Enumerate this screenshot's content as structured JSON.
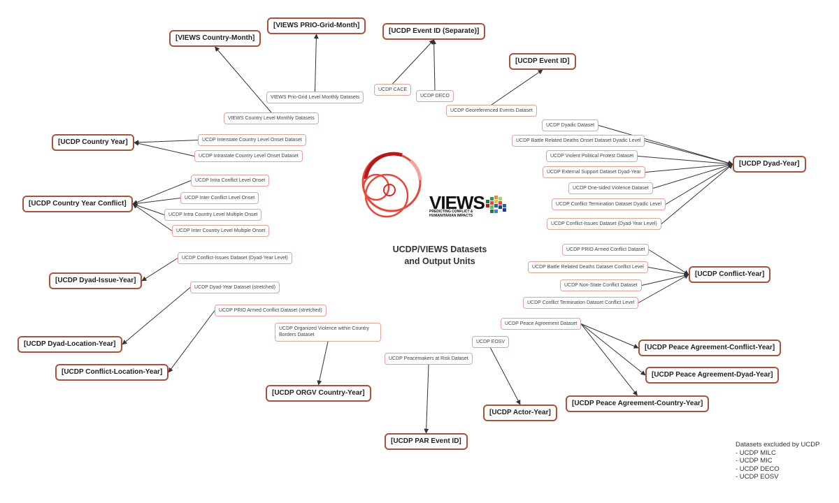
{
  "diagram": {
    "title_line1": "UCDP/VIEWS Datasets",
    "title_line2": "and Output Units",
    "logo": {
      "wordmark": "VIEWS",
      "tagline_line1": "PREDICTING CONFLICT &",
      "tagline_line2": "HUMANITARIAN IMPACTS",
      "ring_color": "#e8473b",
      "dark_color": "#b51a1a"
    },
    "colors": {
      "dataset_border": "#e0a49a",
      "output_border": "#a9543a",
      "edge": "#333333"
    },
    "outputs": [
      {
        "id": "views-country-month",
        "label": "[VIEWS Country-Month]"
      },
      {
        "id": "views-prio-grid-month",
        "label": "[VIEWS PRIO-Grid-Month]"
      },
      {
        "id": "ucdp-event-id-separate",
        "label": "[UCDP Event ID (Separate)]"
      },
      {
        "id": "ucdp-event-id",
        "label": "[UCDP Event ID]"
      },
      {
        "id": "ucdp-country-year",
        "label": "[UCDP Country Year]"
      },
      {
        "id": "ucdp-dyad-year",
        "label": "[UCDP Dyad-Year]"
      },
      {
        "id": "ucdp-country-year-conflict",
        "label": "[UCDP Country Year Conflict]"
      },
      {
        "id": "ucdp-conflict-year",
        "label": "[UCDP Conflict-Year]"
      },
      {
        "id": "ucdp-dyad-issue-year",
        "label": "[UCDP Dyad-Issue-Year]"
      },
      {
        "id": "ucdp-dyad-location-year",
        "label": "[UCDP Dyad-Location-Year]"
      },
      {
        "id": "ucdp-conflict-location-year",
        "label": "[UCDP Conflict-Location-Year]"
      },
      {
        "id": "ucdp-orgv-country-year",
        "label": "[UCDP ORGV Country-Year]"
      },
      {
        "id": "ucdp-par-event-id",
        "label": "[UCDP PAR Event ID]"
      },
      {
        "id": "ucdp-actor-year",
        "label": "[UCDP Actor-Year]"
      },
      {
        "id": "ucdp-peace-agreement-conflict-year",
        "label": "[UCDP Peace Agreement-Conflict-Year]"
      },
      {
        "id": "ucdp-peace-agreement-dyad-year",
        "label": "[UCDP Peace Agreement-Dyad-Year]"
      },
      {
        "id": "ucdp-peace-agreement-country-year",
        "label": "[UCDP Peace Agreement-Country-Year]"
      }
    ],
    "datasets": [
      {
        "id": "views-prio-grid-monthly",
        "label": "VIEWS Prio-Grid Level Monthly Datasets"
      },
      {
        "id": "views-country-monthly",
        "label": "VIEWS Country Level Monthly Datasets"
      },
      {
        "id": "ucdp-cace",
        "label": "UCDP CACE"
      },
      {
        "id": "ucdp-deco",
        "label": "UCDP DECO"
      },
      {
        "id": "ucdp-ged",
        "label": "UCDP Georeferenced Events Dataset"
      },
      {
        "id": "ucdp-interstate-onset",
        "label": "UCDP Interstate Country Level Onset Dataset"
      },
      {
        "id": "ucdp-intrastate-onset",
        "label": "UCDP Intrastate Country Level Onset Dataset"
      },
      {
        "id": "ucdp-dyadic",
        "label": "UCDP Dyadic Dataset"
      },
      {
        "id": "ucdp-brd-dyadic",
        "label": "UCDP Battle Related Deaths Onset Dataset Dyadic Level"
      },
      {
        "id": "ucdp-violent-protest",
        "label": "UCDP Violent Political Protest Dataset"
      },
      {
        "id": "ucdp-external-support",
        "label": "UCDP External Support Dataset Dyad-Year"
      },
      {
        "id": "ucdp-one-sided",
        "label": "UCDP One-sided Violence Dataset"
      },
      {
        "id": "ucdp-termination-dyadic",
        "label": "UCDP Conflict Termination Dataset Dyadic Level"
      },
      {
        "id": "ucdp-conflict-issues-1",
        "label": "UCDP Conflict-Issues Dataset (Dyad-Year Level)"
      },
      {
        "id": "ucdp-intra-conflict-onset",
        "label": "UCDP Intra Conflict Level Onset"
      },
      {
        "id": "ucdp-inter-conflict-onset",
        "label": "UCDP Inter Conflict Level Onset"
      },
      {
        "id": "ucdp-intra-country-multiple",
        "label": "UCDP Intra Country Level Multiple Onset"
      },
      {
        "id": "ucdp-inter-country-multiple",
        "label": "UCDP Inter Country Level Multiple Onset"
      },
      {
        "id": "ucdp-prio-armed",
        "label": "UCDP PRIO Armed Conflict Dataset"
      },
      {
        "id": "ucdp-brd-conflict",
        "label": "UCDP Battle Related Deaths Dataset Conflict Level"
      },
      {
        "id": "ucdp-non-state",
        "label": "UCDP Non-State Conflict Dataset"
      },
      {
        "id": "ucdp-termination-conflict",
        "label": "UCDP Conflict Termination Dataset Conflict Level"
      },
      {
        "id": "ucdp-conflict-issues-2",
        "label": "UCDP Conflict-Issues Dataset (Dyad-Year Level)"
      },
      {
        "id": "ucdp-dyad-year-stretched",
        "label": "UCDP Dyad-Year Dataset (stretched)"
      },
      {
        "id": "ucdp-prio-armed-stretched",
        "label": "UCDP PRIO Armed Conflict Dataset (stretched)"
      },
      {
        "id": "ucdp-orgv",
        "label": "UCDP Organized Violence within Country Borders Dataset"
      },
      {
        "id": "ucdp-peace-agreement",
        "label": "UCDP Peace Agreement Dataset"
      },
      {
        "id": "ucdp-eosv",
        "label": "UCDP EOSV"
      },
      {
        "id": "ucdp-par",
        "label": "UCDP Peacemakers at Risk Dataset"
      }
    ],
    "excluded": {
      "heading": "Datasets excluded by UCDP",
      "items": [
        "- UCDP MILC",
        "- UCDP MIC",
        "- UCDP DECO",
        "- UCDP EOSV"
      ]
    }
  }
}
